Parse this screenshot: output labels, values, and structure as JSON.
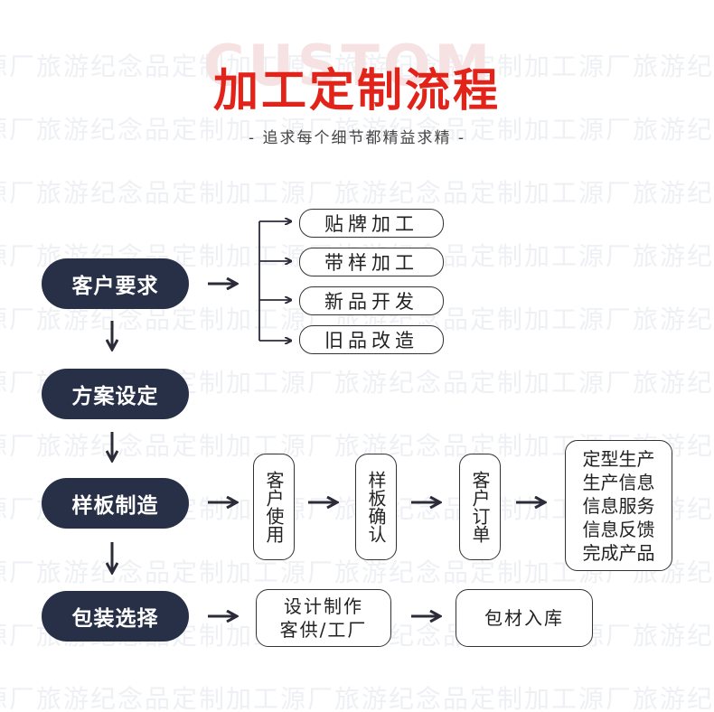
{
  "header": {
    "background_word": "CUSTOM",
    "title": "加工定制流程",
    "subtitle": "- 追求每个细节都精益求精 -"
  },
  "steps": [
    {
      "label": "客户要求"
    },
    {
      "label": "方案设定"
    },
    {
      "label": "样板制造"
    },
    {
      "label": "包装选择"
    }
  ],
  "requirement_options": [
    {
      "label": "贴牌加工"
    },
    {
      "label": "带样加工"
    },
    {
      "label": "新品开发"
    },
    {
      "label": "旧品改造"
    }
  ],
  "sample_flow": {
    "customer_use": "客户使用",
    "sample_confirm": "样板确认",
    "customer_order": "客户订单",
    "production_lines": [
      "定型生产",
      "生产信息",
      "信息服务",
      "信息反馈",
      "完成产品"
    ]
  },
  "packaging_flow": {
    "design_line1": "设计制作",
    "design_line2": "客供/工厂",
    "storage": "包材入库"
  },
  "colors": {
    "title_red": "#e2231a",
    "pill_navy": "#283047",
    "arrow": "#2b2b3a"
  }
}
